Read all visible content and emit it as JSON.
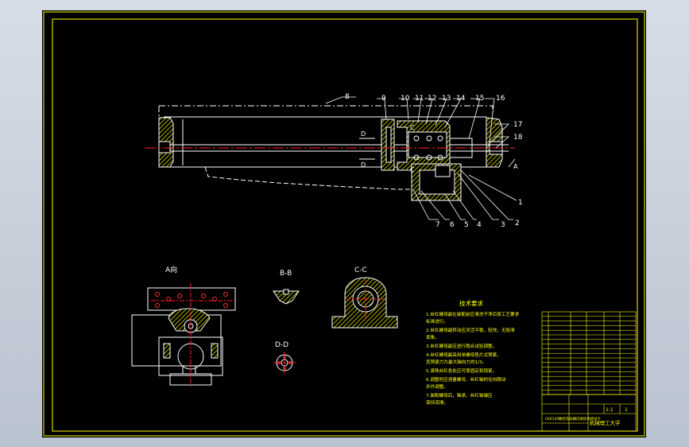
{
  "drawing": {
    "part_labels": [
      "1",
      "2",
      "3",
      "4",
      "5",
      "6",
      "7",
      "8",
      "9",
      "10",
      "11",
      "12",
      "13",
      "14",
      "15",
      "16",
      "17",
      "18"
    ],
    "section_marks": {
      "b": "B",
      "c": "C",
      "d": "D",
      "a_arrow": "A"
    },
    "views": {
      "a_view": "A向",
      "b_section": "B-B",
      "c_section": "C-C",
      "d_section": "D-D"
    },
    "tech_requirements": {
      "title": "技术要求",
      "lines": [
        "1.丝杠螺母副在装配前应清洗干净后按工艺要求",
        "  标准进行。",
        "2.丝杠螺母副转动应灵活平稳，轻快，无阻滞",
        "  现象。",
        "3.丝杠螺母副应进行跑合试验调整。",
        "4.丝杠螺母副采用单螺母垫片式预紧，",
        "  其预紧力为最大轴向力的1/3。",
        "5.滚珠丝杠各处应可靠固定和锁紧。",
        "6.调整时应测量螺母、丝杠轴的径向跳动",
        "  并作调整。",
        "7.装配螺母后，轴承、丝杠轴端应",
        "  保持润滑。"
      ]
    },
    "title_block": {
      "school": "机械理工大学",
      "design_title": "CK6140数控车床横向进给系统设计",
      "scale": "1:1",
      "sheet": "1"
    }
  },
  "colors": {
    "paper": "#000000",
    "frame": "#ffff00",
    "outline": "#ffffff",
    "center_line": "#ff2020",
    "hatch": "#d8d800",
    "leader": "#ffffff"
  }
}
